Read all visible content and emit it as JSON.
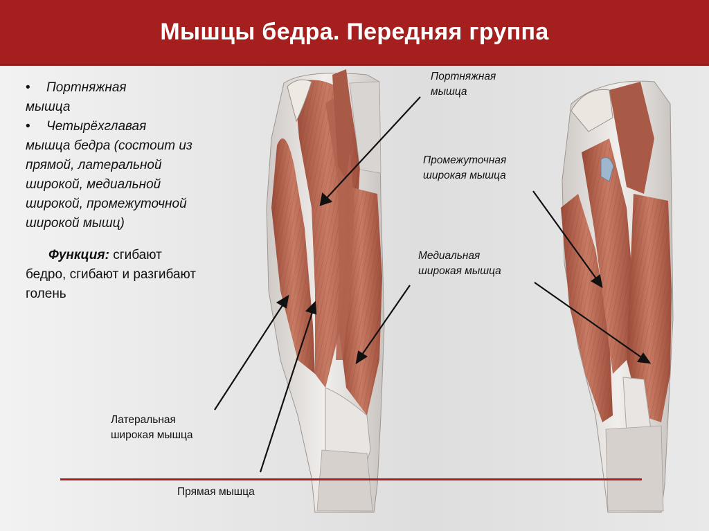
{
  "title": "Мышцы бедра. Передняя группа",
  "bullets": [
    {
      "marker": "•",
      "line1": "Портняжная",
      "rest": "мышца"
    },
    {
      "marker": "•",
      "line1": "Четырёхглавая",
      "rest": "мышца бедра (состоит из прямой, латеральной широкой, медиальной широкой, промежуточной широкой мышц)"
    }
  ],
  "function": {
    "label": "Функция:",
    "text": "сгибают",
    "continuation": "бедро, сгибают и разгибают голень"
  },
  "labels": {
    "sartorius": {
      "line1": "Портняжная",
      "line2": "мышца"
    },
    "intermedius": {
      "line1": "Промежуточная",
      "line2": "широкая мышца"
    },
    "medialis": {
      "line1": "Медиальная",
      "line2": "широкая мышца"
    },
    "lateralis": {
      "line1": "Латеральная",
      "line2": "широкая мышца"
    },
    "rectus": {
      "line1": "Прямая мышца"
    }
  },
  "colors": {
    "title_bar": "#a61f1f",
    "muscle": "#b86a55",
    "tendon": "#e4e1de",
    "accent_line": "#b01c1c"
  }
}
